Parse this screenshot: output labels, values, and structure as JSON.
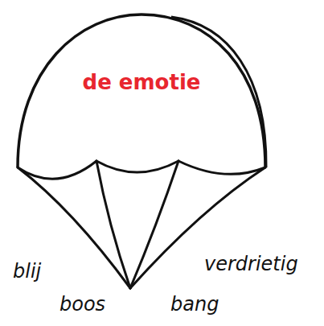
{
  "diagram": {
    "nodes": [
      {
        "text": [
          "de emotie"
        ]
      }
    ],
    "labels": [
      "blij",
      "boos",
      "bang",
      "verdrietig"
    ]
  }
}
